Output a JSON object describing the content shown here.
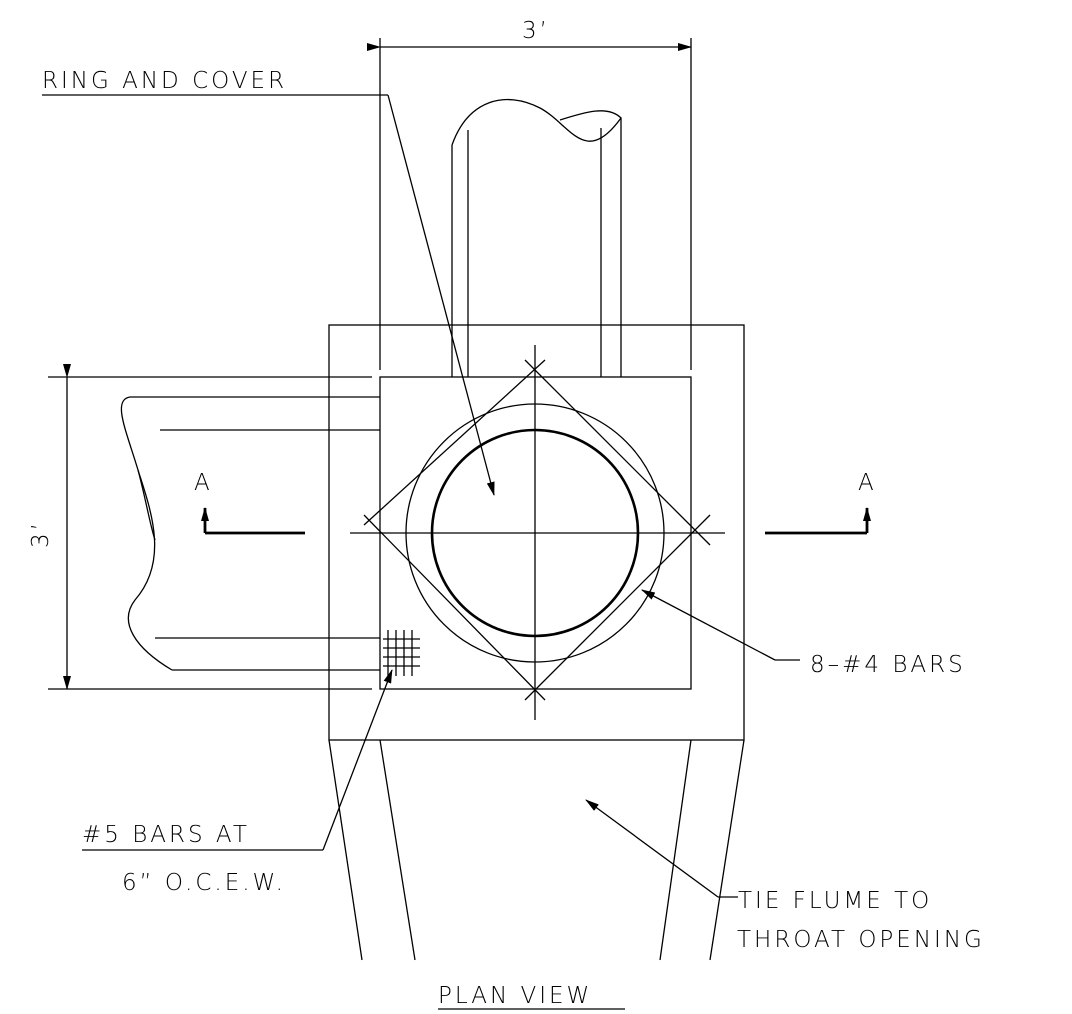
{
  "labels": {
    "dim_top": "3’",
    "dim_left": "3’",
    "ring_and_cover": "RING AND COVER",
    "eight_bars": "8–#4 BARS",
    "five_bars_line1": "#5 BARS AT",
    "five_bars_line2": "6” O.C.E.W.",
    "tie_flume_line1": "TIE FLUME TO",
    "tie_flume_line2": "THROAT OPENING",
    "section_left": "A",
    "section_right": "A",
    "title": "PLAN VIEW"
  }
}
